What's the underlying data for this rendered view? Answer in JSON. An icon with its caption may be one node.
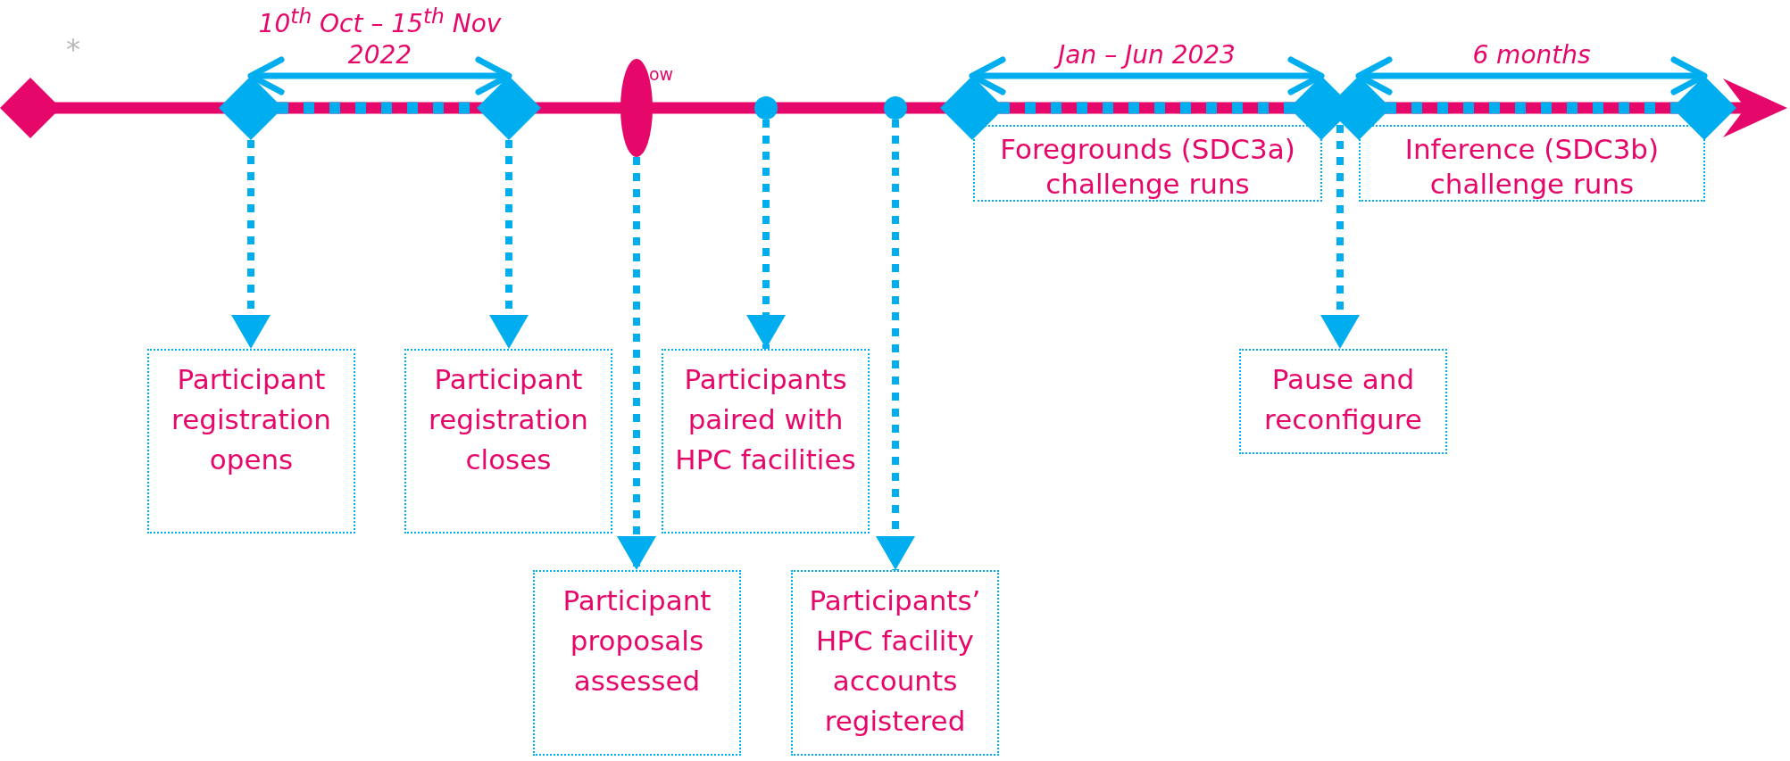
{
  "diagram": {
    "nodes": [
      {
        "text": [],
        "shape": "diamond"
      },
      {
        "text": [],
        "shape": "diamond"
      },
      {
        "text": [],
        "shape": "ellipse",
        "beside": [
          "ow"
        ]
      },
      {
        "text": [],
        "shape": "diamond"
      },
      {
        "text": [],
        "shape": "circle"
      },
      {
        "text": [],
        "shape": "circle"
      },
      {
        "text": [],
        "shape": "diamond"
      },
      {
        "text": [],
        "shape": "diamond"
      },
      {
        "text": [],
        "shape": "diamond"
      },
      {
        "text": [],
        "shape": "diamond"
      },
      {
        "text": [
          "Foregrounds (SDC3a) challenge runs"
        ]
      },
      {
        "text": [
          "Inference (SDC3b) challenge runs"
        ]
      },
      {
        "text": [
          "Participant registration opens"
        ]
      },
      {
        "text": [
          "Participant registration closes"
        ]
      },
      {
        "text": [
          "Participants paired with HPC facilities"
        ]
      },
      {
        "text": [
          "Pause and reconfigure"
        ]
      },
      {
        "text": [
          "Participant proposals assessed"
        ]
      },
      {
        "text": [
          "Participants’ HPC facility accounts registered"
        ]
      }
    ],
    "edges": [
      {
        "from": 1,
        "to": 3,
        "arrow": "both",
        "label": "10$^{th}$ Oct – 15$^{th}$ Nov 2022"
      },
      {
        "from": 6,
        "to": 7,
        "arrow": "both",
        "label": "Jan – Jun 2023"
      },
      {
        "from": 8,
        "to": 9,
        "arrow": "both",
        "label": "6 months"
      },
      {
        "from": 1,
        "to": 12,
        "arrow": "to",
        "style": "dashed"
      },
      {
        "from": 3,
        "to": 13,
        "arrow": "to",
        "style": "dashed"
      },
      {
        "from": 2,
        "to": 16,
        "arrow": "to",
        "style": "dashed"
      },
      {
        "from": 4,
        "to": 14,
        "arrow": "to",
        "style": "dashed"
      },
      {
        "from": 5,
        "to": 17,
        "arrow": "to",
        "style": "dashed"
      },
      {
        "from": 7,
        "to": 15,
        "arrow": "to",
        "style": "dashed"
      }
    ],
    "labels": [
      "*"
    ]
  }
}
